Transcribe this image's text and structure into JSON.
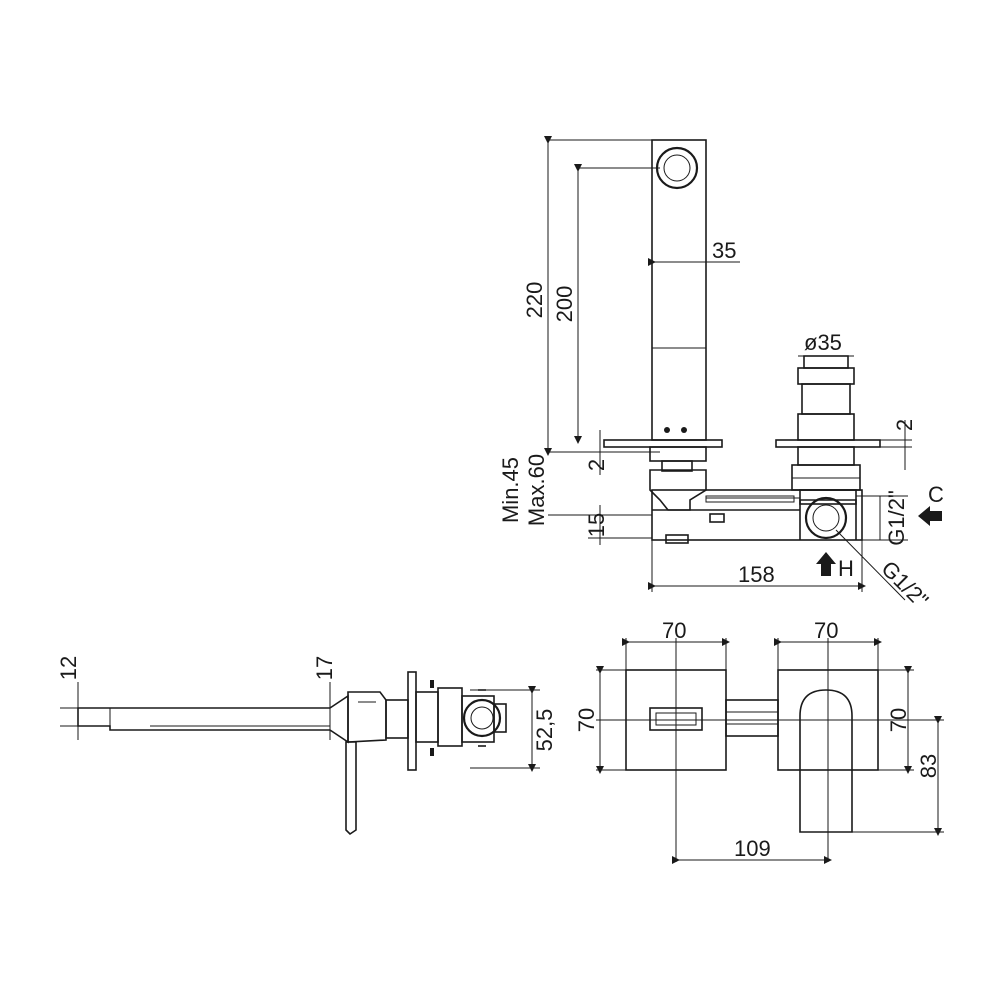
{
  "dimensions": {
    "total_height": "220",
    "spout_height": "200",
    "spout_width": "35",
    "rosette_diameter": "ø35",
    "rosette_gap_right": "2",
    "rosette_gap_left": "2",
    "wall_min": "Min.45",
    "wall_max": "Max.60",
    "offset_15": "15",
    "body_length": "158",
    "cold_thread": "G1/2\"",
    "hot_thread": "G1/2\"",
    "cold_label": "C",
    "hot_label": "H",
    "side_12": "12",
    "side_17": "17",
    "side_52_5": "52,5",
    "front_70_left": "70",
    "front_70_right": "70",
    "front_70_vert_left": "70",
    "front_70_vert_right": "70",
    "front_83": "83",
    "front_109": "109"
  }
}
